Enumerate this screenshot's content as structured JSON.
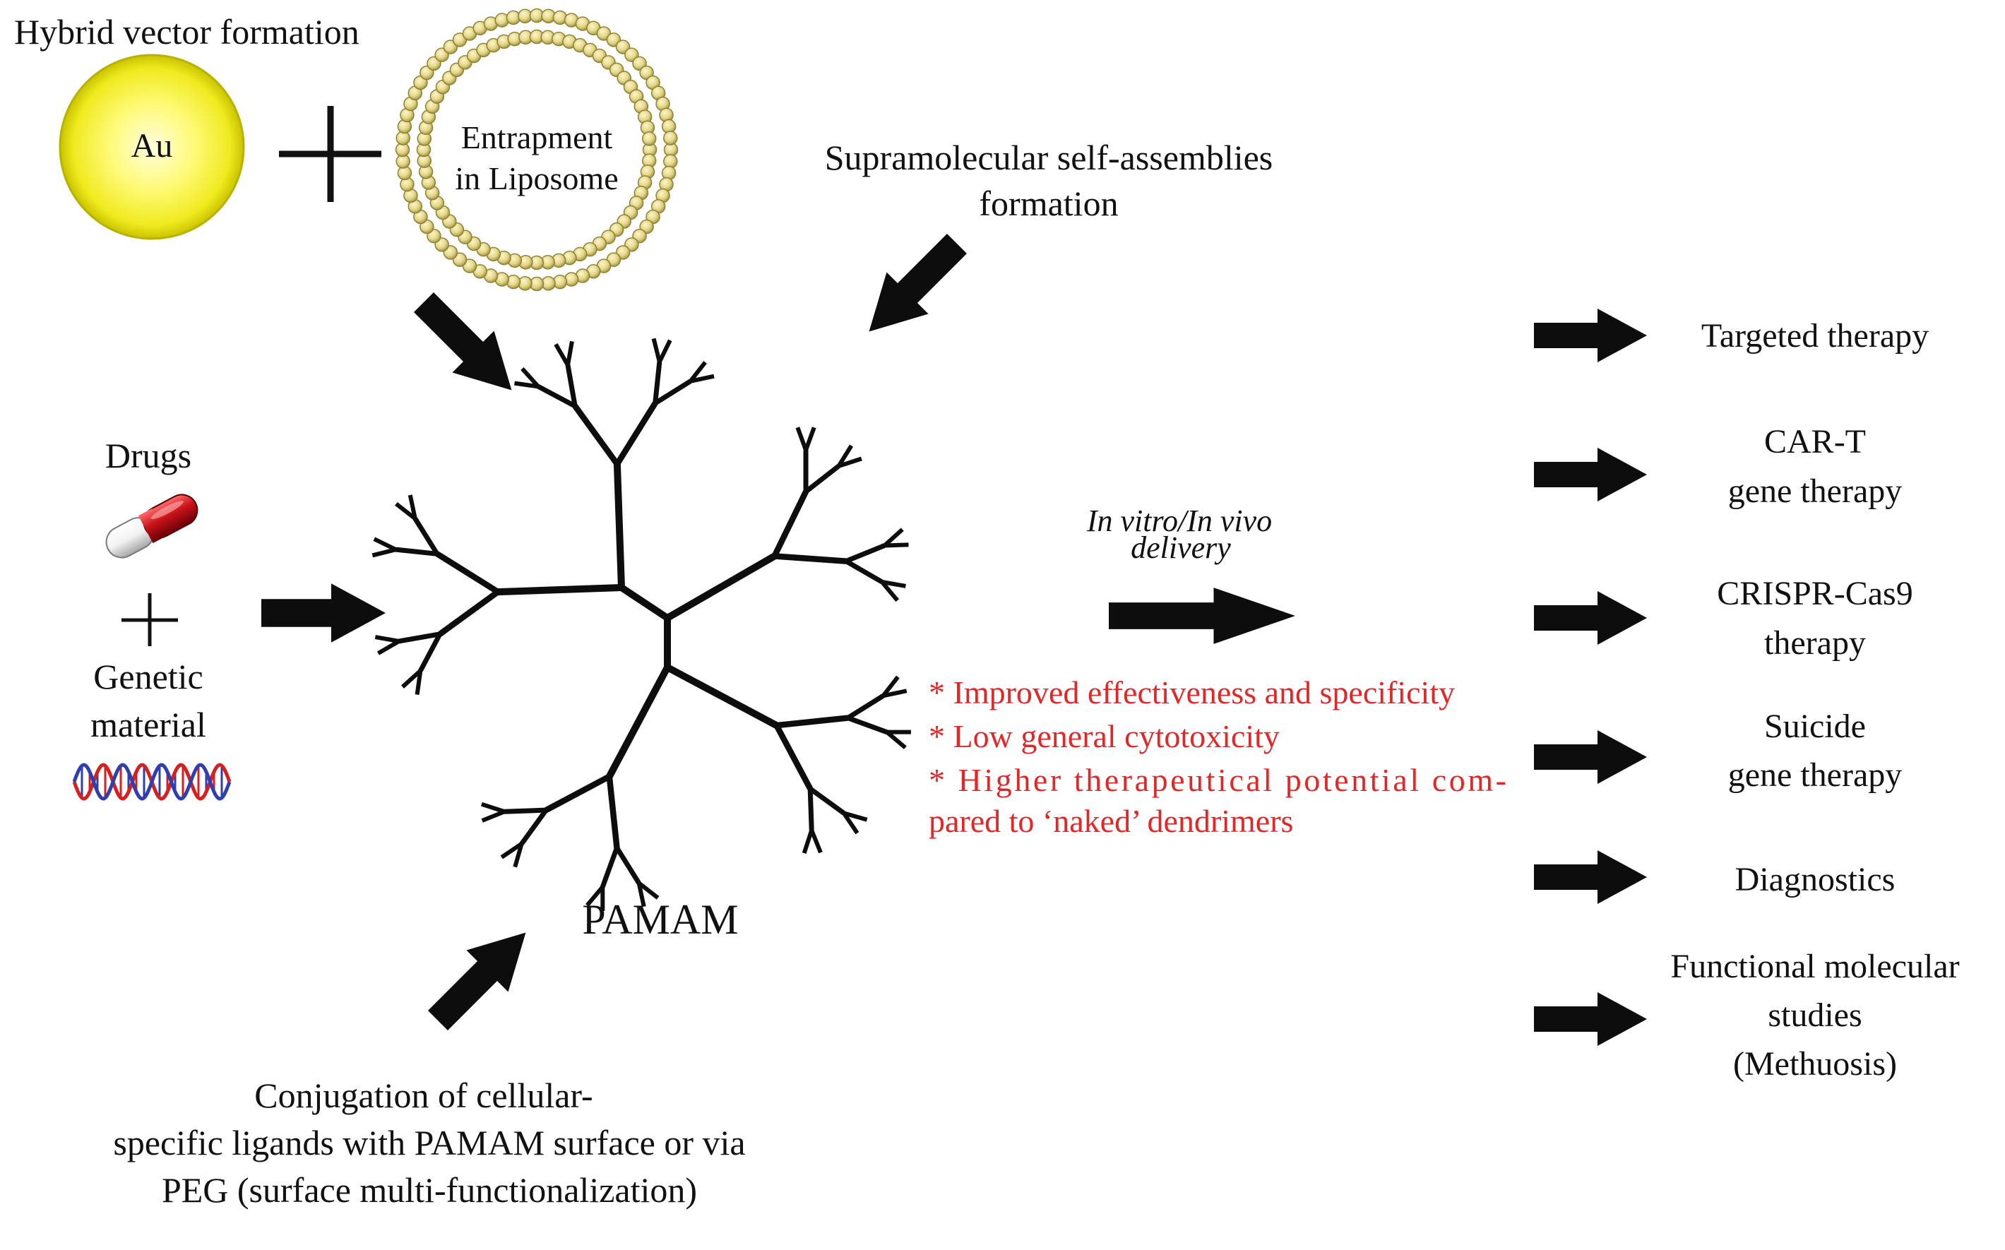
{
  "colors": {
    "text": "#111111",
    "emphasis": "#e32626",
    "arrow": "#0d0d0d",
    "gold_core": "#fffb7a",
    "gold_edge": "#c9c400",
    "liposome_bead": "#e4d78a",
    "capsule_red": "#c8141a",
    "capsule_white": "#f2f2f2",
    "dna_red": "#d62020",
    "dna_blue": "#2f3fb0"
  },
  "top_left": {
    "title": "Hybrid vector formation",
    "gold_label": "Au",
    "liposome_line1": "Entrapment",
    "liposome_line2": "in Liposome"
  },
  "supramolecular": {
    "line1": "Supramolecular self-assemblies",
    "line2": "formation"
  },
  "left_inputs": {
    "drugs": "Drugs",
    "genetic_line1": "Genetic",
    "genetic_line2": "material",
    "drug_icon": "capsule-icon",
    "dna_icon": "dna-icon"
  },
  "center": {
    "label": "PAMAM",
    "icon": "dendrimer-icon"
  },
  "conjugation": {
    "line1": "Conjugation of cellular-",
    "line2": "specific ligands with PAMAM surface or via",
    "line3": "PEG (surface multi-functionalization)"
  },
  "delivery": {
    "line1": "In vitro/In vivo",
    "line2": "delivery"
  },
  "benefits": [
    "* Improved effectiveness and specificity",
    "* Low general cytotoxicity",
    "* Higher therapeutical potential com-",
    "pared to ‘naked’ dendrimers"
  ],
  "applications": [
    {
      "lines": [
        "Targeted therapy"
      ]
    },
    {
      "lines": [
        "CAR-T",
        "gene therapy"
      ]
    },
    {
      "lines": [
        "CRISPR-Cas9",
        "therapy"
      ]
    },
    {
      "lines": [
        "Suicide",
        "gene therapy"
      ]
    },
    {
      "lines": [
        "Diagnostics"
      ]
    },
    {
      "lines": [
        "Functional molecular",
        "studies",
        "(Methuosis)"
      ]
    }
  ]
}
